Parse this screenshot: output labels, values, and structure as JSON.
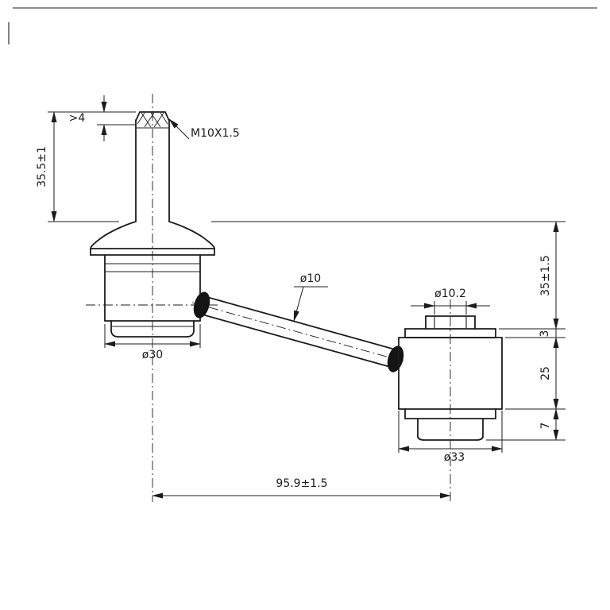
{
  "drawing": {
    "background": "#ffffff",
    "line_color": "#1c1c1c",
    "labels": {
      "thread_spec": "M10X1.5",
      "thread_lead": ">4",
      "stud_length": "35.5±1",
      "ball_housing_diameter": "ø30",
      "rod_diameter": "ø10",
      "bushing_bore_diameter": "ø10.2",
      "link_height": "35±1.5",
      "flange_thickness": "3",
      "bushing_body_height": "25",
      "sleeve_protrusion": "7",
      "bushing_outer_diameter": "ø33",
      "center_to_center": "95.9±1.5"
    }
  }
}
